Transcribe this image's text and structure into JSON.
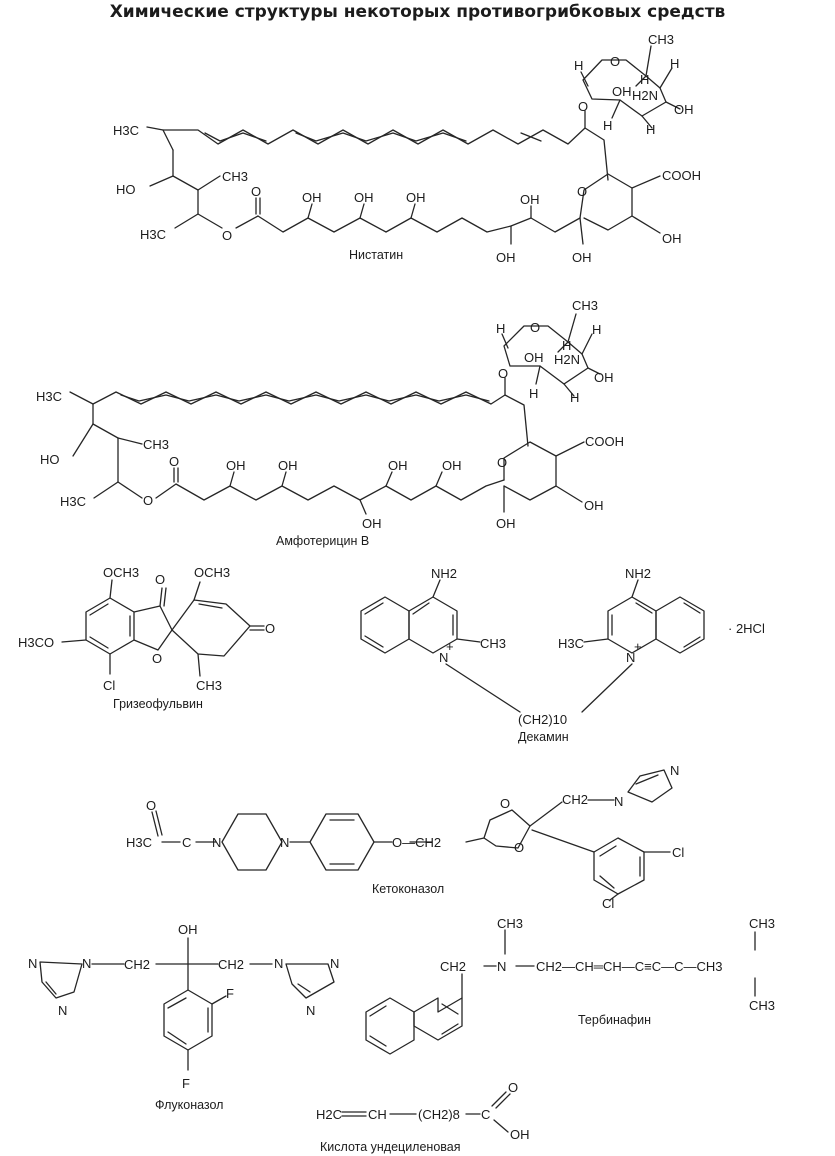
{
  "title": "Химические структуры некоторых противогрибковых средств",
  "compounds": {
    "nystatin": {
      "name": "Нистатин",
      "groups": {
        "cooh": "COOH",
        "oh": "OH",
        "ho": "HO",
        "h": "H",
        "o": "O",
        "h2n": "H2N",
        "h3c": "H3C",
        "ch3": "CH3"
      }
    },
    "amphotericin": {
      "name": "Амфотерицин В",
      "groups": {
        "cooh": "COOH",
        "oh": "OH",
        "ho": "HO",
        "h": "H",
        "o": "O",
        "h2n": "H2N",
        "h3c": "H3C",
        "ch3": "CH3"
      }
    },
    "griseofulvin": {
      "name": "Гризеофульвин",
      "groups": {
        "och3": "OCH3",
        "h3co": "H3CO",
        "o": "O",
        "cl": "Cl",
        "ch3": "CH3"
      }
    },
    "decamine": {
      "name": "Декамин",
      "groups": {
        "nh2": "NH2",
        "n": "N",
        "plus": "+",
        "ch3": "CH3",
        "h3c": "H3C",
        "chain": "(CH2)10",
        "salt": "· 2HCl"
      }
    },
    "ketoconazole": {
      "name": "Кетоконазол",
      "groups": {
        "o": "O",
        "h3c": "H3C",
        "c": "C",
        "n": "N",
        "och2": "O—CH2",
        "ch2": "CH2",
        "cl": "Cl"
      }
    },
    "fluconazole": {
      "name": "Флуконазол",
      "groups": {
        "oh": "OH",
        "n": "N",
        "ch2": "CH2",
        "f": "F"
      }
    },
    "terbinafine": {
      "name": "Тербинафин",
      "groups": {
        "ch3": "CH3",
        "ch2": "CH2",
        "n": "N",
        "chain": "CH2—CH═CH—C≡C—C—CH3"
      }
    },
    "undecylenic": {
      "name": "Кислота ундециленовая",
      "groups": {
        "h2c": "H2C",
        "ch": "CH",
        "chain": "(CH2)8",
        "c": "C",
        "o": "O",
        "oh": "OH"
      }
    }
  }
}
